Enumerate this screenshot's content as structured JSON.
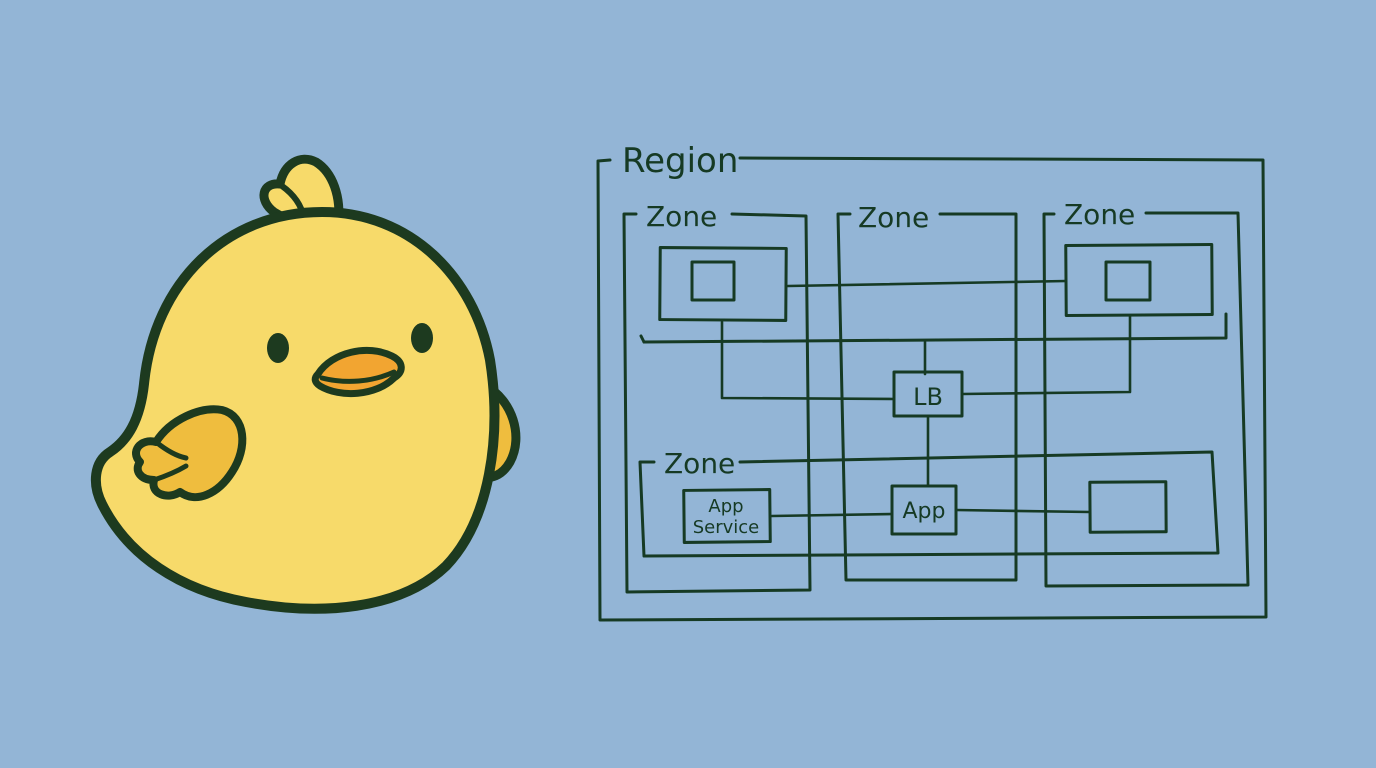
{
  "colors": {
    "background": "#93b5d6",
    "ink": "#163a24",
    "chick_body": "#f7da6a",
    "chick_wing": "#efbd3e",
    "chick_beak": "#f2a531",
    "chick_outline": "#1d3a1f"
  },
  "diagram": {
    "region_label": "Region",
    "zones": [
      {
        "label": "Zone"
      },
      {
        "label": "Zone"
      },
      {
        "label": "Zone"
      },
      {
        "label": "Zone"
      }
    ],
    "nodes": {
      "load_balancer": "LB",
      "app": "App",
      "app_service_line1": "App",
      "app_service_line2": "Service"
    }
  },
  "illustration": {
    "icon": "chick-mascot-icon"
  }
}
